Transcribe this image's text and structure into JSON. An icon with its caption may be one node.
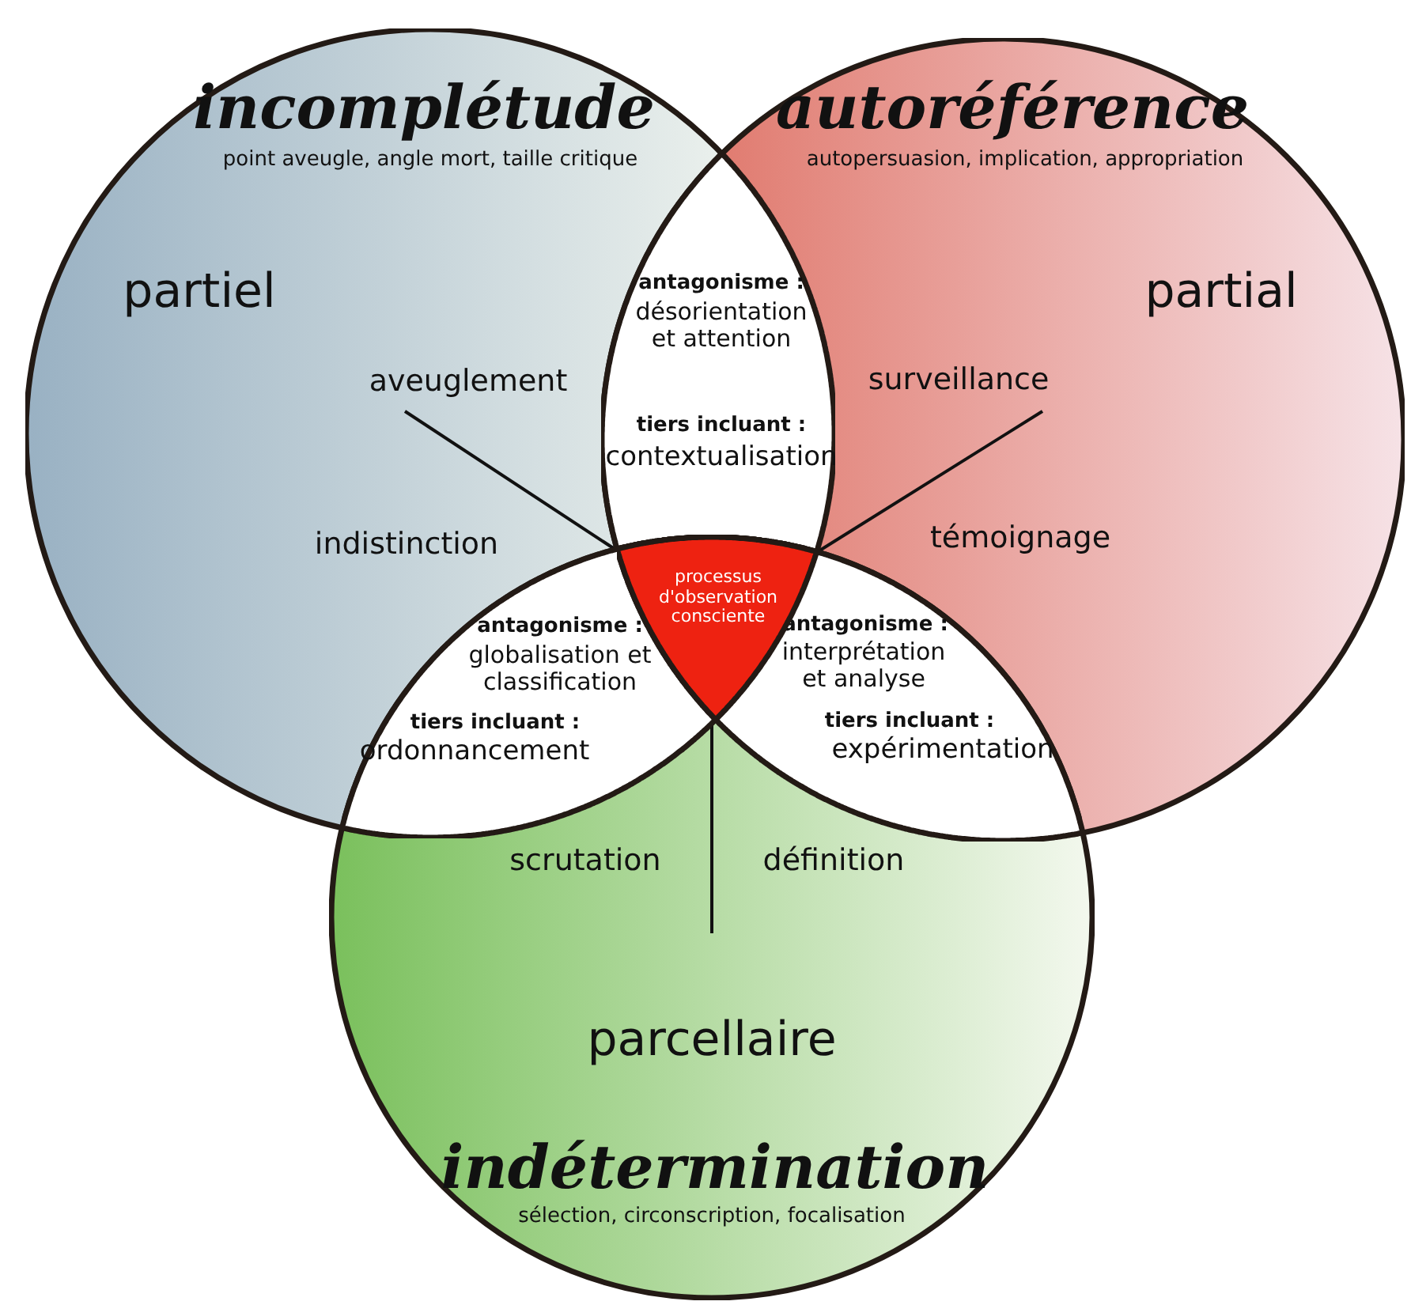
{
  "diagram": {
    "nodes": [
      {
        "text": [
          "incomplétude",
          "point aveugle, angle mort, taille critique",
          "partiel"
        ]
      },
      {
        "text": [
          "autoréférence",
          "autopersuasion, implication, appropriation",
          "partial"
        ]
      },
      {
        "text": [
          "antagonisme :",
          "désorientation et attention",
          "tiers incluant :",
          "contextualisation"
        ]
      },
      {
        "text": [
          "processus d'observation consciente"
        ]
      },
      {
        "text": [
          "antagonisme :",
          "globalisation et classification",
          "tiers incluant :",
          "ordonnancement"
        ]
      },
      {
        "text": [
          "antagonisme :",
          "interprétation et analyse",
          "tiers incluant :",
          "expérimentation"
        ]
      },
      {
        "text": [
          "parcellaire",
          "indétermination",
          "sélection, circonscription, focalisation"
        ]
      }
    ],
    "labels": [
      "aveuglement",
      "surveillance",
      "témoignage",
      "indistinction",
      "scrutation",
      "définition"
    ]
  }
}
